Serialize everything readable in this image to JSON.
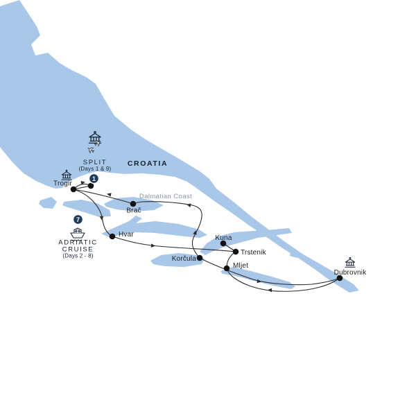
{
  "map": {
    "country": "CROATIA",
    "region": "Dalmatian Coast",
    "colors": {
      "land": "#a9c7e8",
      "sea": "#ffffff",
      "route": "#2b2b2b",
      "badge": "#1d3c5e",
      "label": "#1c1c1c",
      "muted_label": "#8d97a4"
    }
  },
  "places": {
    "split": {
      "label": "SPLIT",
      "days": "(Days 1 & 9)"
    },
    "trogir": {
      "label": "Trogir"
    },
    "brac": {
      "label": "Brač"
    },
    "hvar": {
      "label": "Hvar"
    },
    "korcula": {
      "label": "Korčula"
    },
    "kuna": {
      "label": "Kuna"
    },
    "trstenik": {
      "label": "Trstenik"
    },
    "mljet": {
      "label": "Mljet"
    },
    "dubrovnik": {
      "label": "Dubrovnik"
    }
  },
  "badges": {
    "split_nights": "1",
    "cruise_nights": "7"
  },
  "cruise": {
    "line1": "ADRIATIC",
    "line2": "CRUISE",
    "days": "(Days 2 - 8)"
  },
  "icons": {
    "landmark": "landmark-icon",
    "airplanes": "airplane-icons",
    "ship": "cruise-ship-icon",
    "stop": "stop-dot"
  }
}
